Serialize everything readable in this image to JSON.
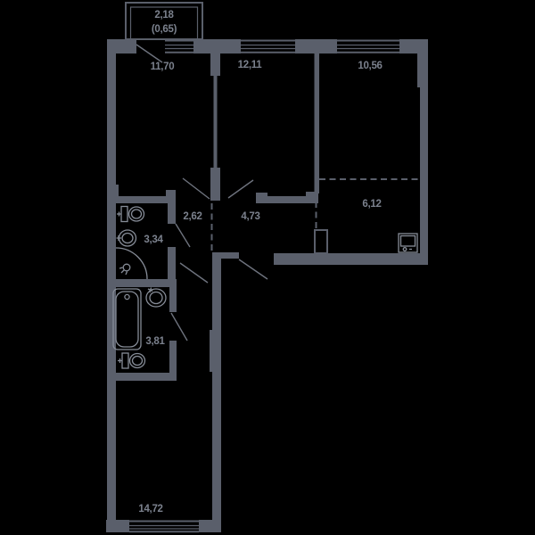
{
  "floorplan": {
    "balcony": {
      "area": "2,18",
      "area_reduced": "(0,65)"
    },
    "rooms": [
      {
        "id": "room-upper-left",
        "area": "11,70"
      },
      {
        "id": "room-upper-middle",
        "area": "12,11"
      },
      {
        "id": "room-upper-right",
        "area": "10,56"
      },
      {
        "id": "hallway",
        "area": "2,62"
      },
      {
        "id": "corridor",
        "area": "4,73"
      },
      {
        "id": "kitchen-niche",
        "area": "6,12"
      },
      {
        "id": "bathroom-upper",
        "area": "3,34"
      },
      {
        "id": "bathroom-lower",
        "area": "3,81"
      },
      {
        "id": "room-bottom",
        "area": "14,72"
      }
    ],
    "colors": {
      "background": "#000000",
      "wall": "#5a5f6b",
      "label": "#7b818d",
      "fixture": "#868c97",
      "door_swing": "#6e737e"
    }
  }
}
